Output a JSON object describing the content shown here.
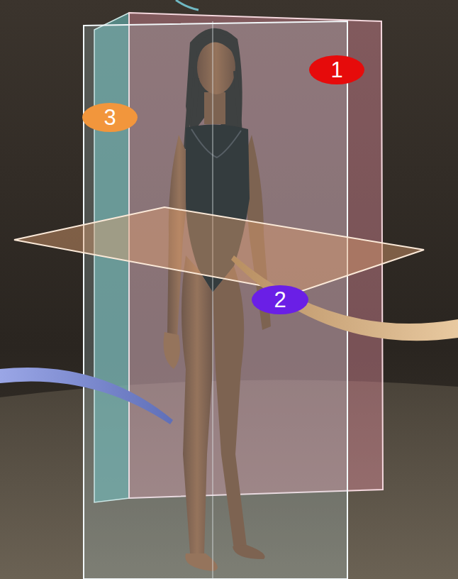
{
  "diagram": {
    "nodes": [
      {
        "text": [
          "1"
        ]
      },
      {
        "text": [
          "3"
        ]
      },
      {
        "text": [
          "2"
        ]
      }
    ]
  }
}
